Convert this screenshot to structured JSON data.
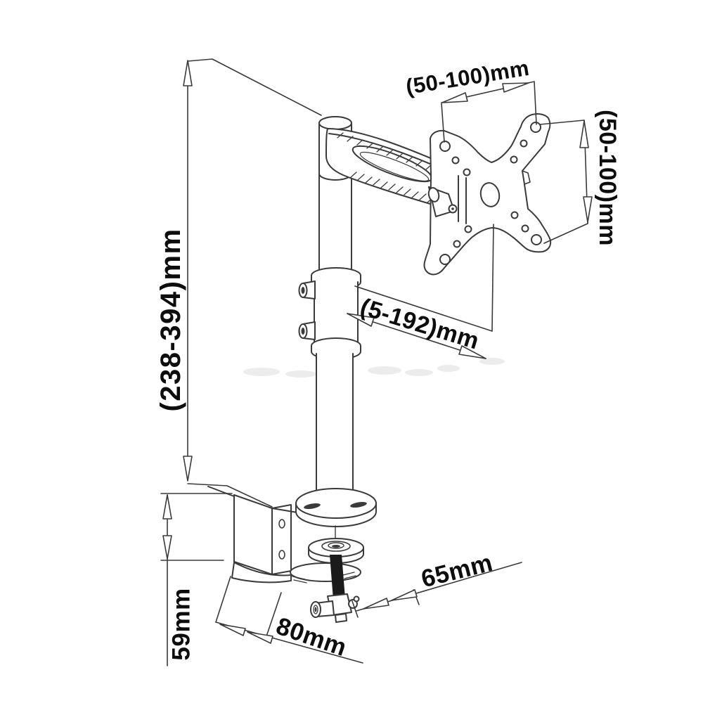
{
  "title": "Desk mount monitor arm dimension drawing",
  "diagram": {
    "type": "technical-drawing",
    "subject": "single monitor desk mount arm with C-clamp base",
    "labels": {
      "vesa_width": "(50-100)mm",
      "vesa_height": "(50-100)mm",
      "pole_height_range": "(238-394)mm",
      "arm_reach_range": "(5-192)mm",
      "clamp_width": "65mm",
      "clamp_depth": "80mm",
      "clamp_thickness": "59mm"
    },
    "colors": {
      "background": "#ffffff",
      "line": "#3a3a3a",
      "text": "#0d0d0d",
      "screw": "#1b1b1b",
      "watermark": "#ececec"
    }
  }
}
